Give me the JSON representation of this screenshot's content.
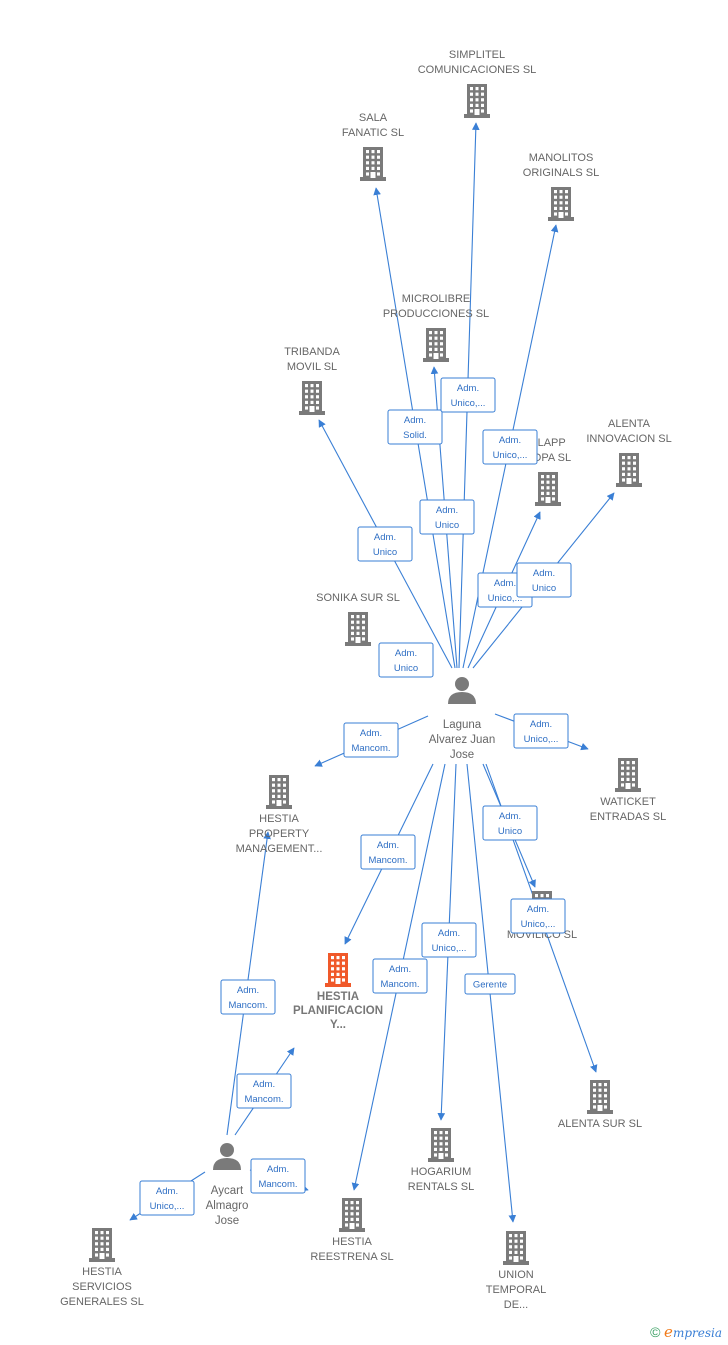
{
  "colors": {
    "edge": "#3a7fd5",
    "building": "#7a7a7a",
    "building_main": "#f0592a",
    "person": "#7a7a7a",
    "label": "#666666"
  },
  "companies": [
    {
      "id": "simplitel",
      "lines": [
        "SIMPLITEL",
        "COMUNICACIONES SL"
      ],
      "main": false
    },
    {
      "id": "sala",
      "lines": [
        "SALA",
        "FANATIC  SL"
      ],
      "main": false
    },
    {
      "id": "manolitos",
      "lines": [
        "MANOLITOS",
        "ORIGINALS  SL"
      ],
      "main": false
    },
    {
      "id": "microlibre",
      "lines": [
        "MICROLIBRE",
        "PRODUCCIONES SL"
      ],
      "main": false
    },
    {
      "id": "tribanda",
      "lines": [
        "TRIBANDA",
        "MOVIL SL"
      ],
      "main": false
    },
    {
      "id": "elapp",
      "lines": [
        "ELAPP",
        "ROPA  SL"
      ],
      "main": false
    },
    {
      "id": "alenta_innov",
      "lines": [
        "ALENTA",
        "INNOVACION  SL"
      ],
      "main": false
    },
    {
      "id": "sonika",
      "lines": [
        "SONIKA SUR  SL"
      ],
      "main": false
    },
    {
      "id": "hestia_pm",
      "lines": [
        "HESTIA",
        "PROPERTY",
        "MANAGEMENT..."
      ],
      "main": false
    },
    {
      "id": "waticket",
      "lines": [
        "WATICKET",
        "ENTRADAS  SL"
      ],
      "main": false
    },
    {
      "id": "movilico",
      "lines": [
        "MOVILICO SL"
      ],
      "main": false
    },
    {
      "id": "hestia_plan",
      "lines": [
        "HESTIA",
        "PLANIFICACION",
        "Y..."
      ],
      "main": true
    },
    {
      "id": "alenta_sur",
      "lines": [
        "ALENTA SUR  SL"
      ],
      "main": false
    },
    {
      "id": "hogarium",
      "lines": [
        "HOGARIUM",
        "RENTALS  SL"
      ],
      "main": false
    },
    {
      "id": "hestia_rees",
      "lines": [
        "HESTIA",
        "REESTRENA  SL"
      ],
      "main": false
    },
    {
      "id": "union",
      "lines": [
        "UNION",
        "TEMPORAL",
        "DE..."
      ],
      "main": false
    },
    {
      "id": "hestia_serv",
      "lines": [
        "HESTIA",
        "SERVICIOS",
        "GENERALES  SL"
      ],
      "main": false
    }
  ],
  "persons": [
    {
      "id": "laguna",
      "lines": [
        "Laguna",
        "Alvarez Juan",
        "Jose"
      ]
    },
    {
      "id": "aycart",
      "lines": [
        "Aycart",
        "Almagro",
        "Jose"
      ]
    }
  ],
  "roles": [
    {
      "id": "r_sala",
      "lines": [
        "Adm.",
        "Solid."
      ]
    },
    {
      "id": "r_micro",
      "lines": [
        "Adm.",
        "Unico,..."
      ]
    },
    {
      "id": "r_manol",
      "lines": [
        "Adm.",
        "Unico,..."
      ]
    },
    {
      "id": "r_simpl",
      "lines": [
        "Adm.",
        "Unico"
      ]
    },
    {
      "id": "r_trib",
      "lines": [
        "Adm.",
        "Unico"
      ]
    },
    {
      "id": "r_elapp",
      "lines": [
        "Adm.",
        "Unico,..."
      ]
    },
    {
      "id": "r_alenta_i",
      "lines": [
        "Adm.",
        "Unico"
      ]
    },
    {
      "id": "r_sonika",
      "lines": [
        "Adm.",
        "Unico"
      ]
    },
    {
      "id": "r_hpm_l",
      "lines": [
        "Adm.",
        "Mancom."
      ]
    },
    {
      "id": "r_watick",
      "lines": [
        "Adm.",
        "Unico,..."
      ]
    },
    {
      "id": "r_movil1",
      "lines": [
        "Adm.",
        "Unico"
      ]
    },
    {
      "id": "r_movil2",
      "lines": [
        "Adm.",
        "Unico,..."
      ]
    },
    {
      "id": "r_plan_l",
      "lines": [
        "Adm.",
        "Mancom."
      ]
    },
    {
      "id": "r_hogar",
      "lines": [
        "Adm.",
        "Unico,..."
      ]
    },
    {
      "id": "r_rees_l",
      "lines": [
        "Adm.",
        "Mancom."
      ]
    },
    {
      "id": "r_union",
      "lines": [
        "Gerente"
      ]
    },
    {
      "id": "r_hpm_a",
      "lines": [
        "Adm.",
        "Mancom."
      ]
    },
    {
      "id": "r_plan_a",
      "lines": [
        "Adm.",
        "Mancom."
      ]
    },
    {
      "id": "r_rees_a",
      "lines": [
        "Adm.",
        "Mancom."
      ]
    },
    {
      "id": "r_serv_a",
      "lines": [
        "Adm.",
        "Unico,..."
      ]
    }
  ],
  "edges": [
    {
      "from": "laguna",
      "to": "simplitel",
      "role": "r_simpl"
    },
    {
      "from": "laguna",
      "to": "sala",
      "role": "r_sala"
    },
    {
      "from": "laguna",
      "to": "manolitos",
      "role": "r_manol"
    },
    {
      "from": "laguna",
      "to": "microlibre",
      "role": "r_micro"
    },
    {
      "from": "laguna",
      "to": "tribanda",
      "role": "r_trib"
    },
    {
      "from": "laguna",
      "to": "elapp",
      "role": "r_elapp"
    },
    {
      "from": "laguna",
      "to": "alenta_innov",
      "role": "r_alenta_i"
    },
    {
      "from": "laguna",
      "to": "sonika",
      "role": "r_sonika"
    },
    {
      "from": "laguna",
      "to": "hestia_pm",
      "role": "r_hpm_l"
    },
    {
      "from": "laguna",
      "to": "waticket",
      "role": "r_watick"
    },
    {
      "from": "laguna",
      "to": "movilico",
      "role": "r_movil1"
    },
    {
      "from": "laguna",
      "to": "alenta_sur",
      "role": "r_movil2"
    },
    {
      "from": "laguna",
      "to": "hestia_plan",
      "role": "r_plan_l"
    },
    {
      "from": "laguna",
      "to": "hogarium",
      "role": "r_hogar"
    },
    {
      "from": "laguna",
      "to": "hestia_rees",
      "role": "r_rees_l"
    },
    {
      "from": "laguna",
      "to": "union",
      "role": "r_union"
    },
    {
      "from": "aycart",
      "to": "hestia_pm",
      "role": "r_hpm_a"
    },
    {
      "from": "aycart",
      "to": "hestia_plan",
      "role": "r_plan_a"
    },
    {
      "from": "aycart",
      "to": "hestia_rees",
      "role": "r_rees_a"
    },
    {
      "from": "aycart",
      "to": "hestia_serv",
      "role": "r_serv_a"
    }
  ],
  "footer": {
    "copyright_symbol": "©",
    "brand_initial": "e",
    "brand_rest": "mpresia"
  }
}
